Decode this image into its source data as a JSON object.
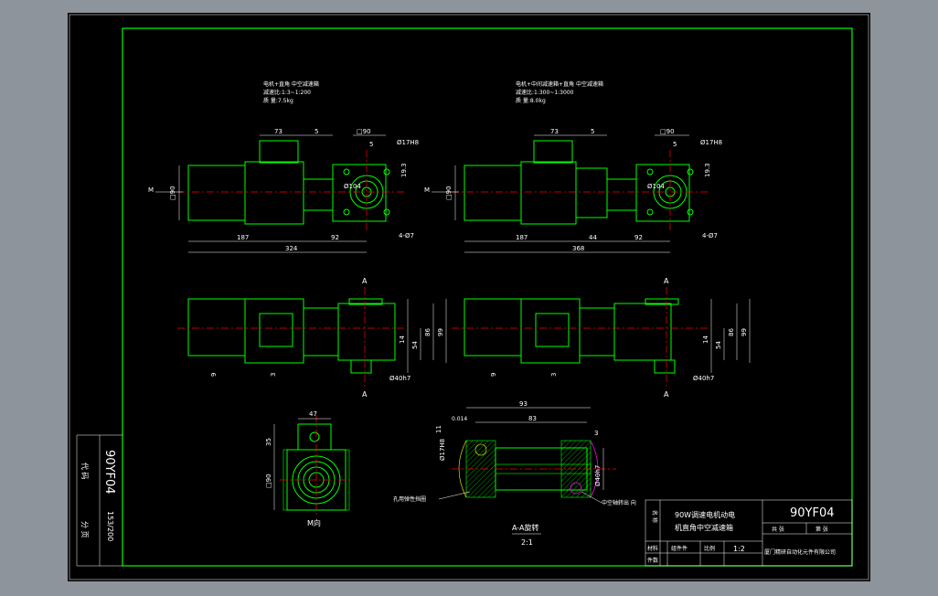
{
  "drawing": {
    "code": "90YF04",
    "side_code": "90YF04",
    "side_sub": "153/200",
    "side_labels": [
      "代 码",
      "分 页"
    ]
  },
  "views": {
    "left_top": {
      "note_line1": "电机+直角 中空减速箱",
      "note_line2": "减速比:1:3~1:200",
      "note_line3": "质 量:7.5kg",
      "dims": {
        "d73": "73",
        "d5": "5",
        "box": "□90",
        "shaft": "Ø17H8",
        "key": "5",
        "depth": "19.3",
        "d187": "187",
        "d92": "92",
        "d324": "324",
        "holes": "4-Ø7",
        "arrow": "M",
        "side": "□90",
        "pcd": "Ø104"
      }
    },
    "right_top": {
      "note_line1": "电机+中间减速箱+直角 中空减速箱",
      "note_line2": "减速比:1:300~1:3000",
      "note_line3": "质 量:8.0kg",
      "dims": {
        "d73": "73",
        "d5": "5",
        "box": "□90",
        "shaft": "Ø17H8",
        "key": "5",
        "depth": "19.3",
        "d187": "187",
        "d44": "44",
        "d92": "92",
        "d368": "368",
        "holes": "4-Ø7",
        "arrow": "M",
        "side": "□90",
        "pcd": "Ø104"
      }
    },
    "left_mid": {
      "section": "A",
      "d9": "9",
      "d3": "3",
      "d14": "14",
      "d54": "54",
      "d86": "86",
      "d99": "99",
      "bore": "Ø40h7"
    },
    "right_mid": {
      "section": "A",
      "d9": "9",
      "d3": "3",
      "d14": "14",
      "d54": "54",
      "d86": "86",
      "d99": "99",
      "bore": "Ø40h7"
    },
    "m_view": {
      "d47": "47",
      "d35": "35",
      "side": "□90",
      "caption": "M向"
    },
    "section_aa": {
      "d93": "93",
      "d83": "83",
      "d3": "3",
      "d11": "11",
      "tol": "0.014",
      "shaft": "Ø17H8",
      "bore": "Ø40h7",
      "leader_left": "孔用弹性挡圈",
      "leader_right": "中空轴转出 向",
      "caption": "A-A旋转",
      "scale": "2:1"
    }
  },
  "title_block": {
    "name_label": "名 称",
    "name_text_line1": "90W调速电机动电",
    "name_text_line2": "机直角中空减速箱",
    "code": "90YF04",
    "total_label": "共  张",
    "sheet_label": "第  张",
    "material_label": "材料",
    "unit_label": "组件件",
    "scale_label": "比例",
    "scale_value": "1:2",
    "count_label": "件数",
    "company": "厦门精研自动化元件有限公司"
  }
}
